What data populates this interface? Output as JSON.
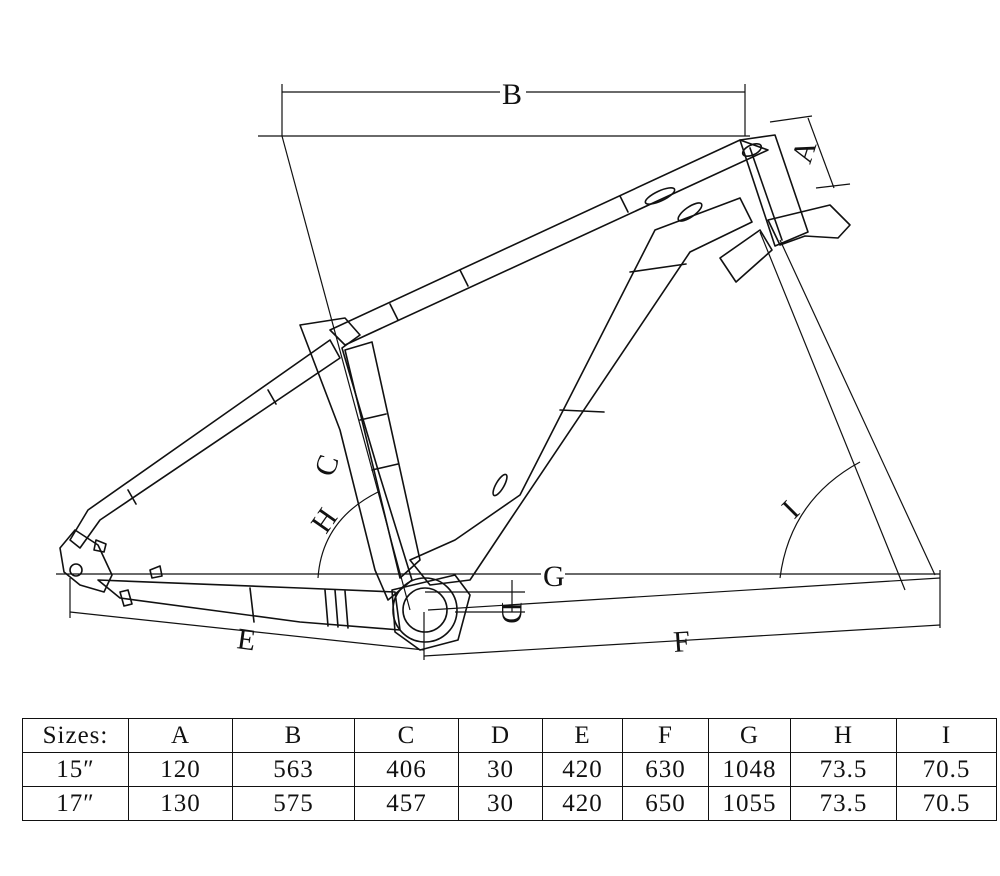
{
  "diagram": {
    "dimension_labels": {
      "A": "A",
      "B": "B",
      "C": "C",
      "D": "D",
      "E": "E",
      "F": "F",
      "G": "G",
      "H": "H",
      "I": "I"
    }
  },
  "table": {
    "header": [
      "Sizes:",
      "A",
      "B",
      "C",
      "D",
      "E",
      "F",
      "G",
      "H",
      "I"
    ],
    "rows": [
      [
        "15″",
        "120",
        "563",
        "406",
        "30",
        "420",
        "630",
        "1048",
        "73.5",
        "70.5"
      ],
      [
        "17″",
        "130",
        "575",
        "457",
        "30",
        "420",
        "650",
        "1055",
        "73.5",
        "70.5"
      ]
    ]
  }
}
